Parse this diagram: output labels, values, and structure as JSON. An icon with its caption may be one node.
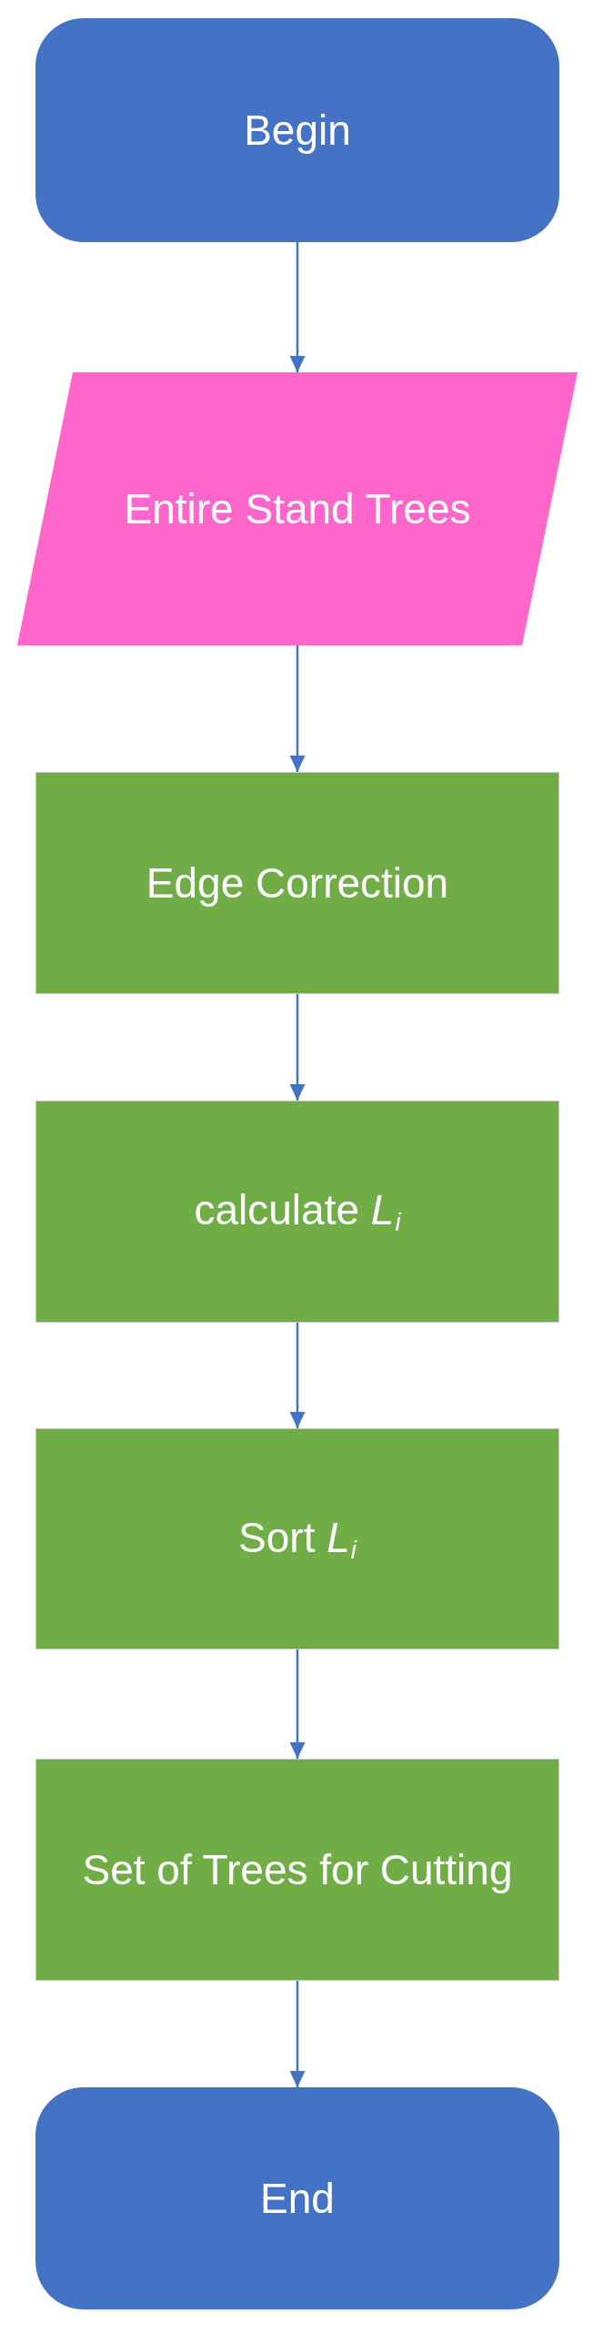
{
  "diagram": {
    "nodes": [
      {
        "text": [
          "Begin"
        ]
      },
      {
        "text": [
          "Entire Stand Trees"
        ]
      },
      {
        "text": [
          "Edge Correction"
        ]
      },
      {
        "text": [
          "calculate *L*$_{i}$"
        ]
      },
      {
        "text": [
          "Sort *L*$_{i}$"
        ]
      },
      {
        "text": [
          "Set of Trees for Cutting"
        ]
      },
      {
        "text": [
          "End"
        ]
      }
    ],
    "edges": [
      {
        "from": 0,
        "to": 1,
        "arrow": "to"
      },
      {
        "from": 1,
        "to": 2,
        "arrow": "to"
      },
      {
        "from": 2,
        "to": 3,
        "arrow": "to"
      },
      {
        "from": 3,
        "to": 4,
        "arrow": "to"
      },
      {
        "from": 4,
        "to": 5,
        "arrow": "to"
      },
      {
        "from": 5,
        "to": 6,
        "arrow": "to"
      }
    ]
  }
}
